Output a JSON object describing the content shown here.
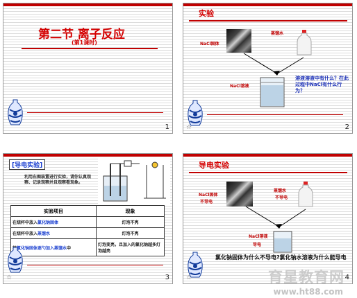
{
  "slides": [
    {
      "number": "1",
      "title": "第二节 离子反应",
      "subtitle": "(第1课时)"
    },
    {
      "number": "2",
      "star": "☆",
      "title": "实验",
      "labels": {
        "solid": "NaCl固体",
        "water": "蒸馏水",
        "solution": "NaCl溶液"
      },
      "question": "溶液溶液中有什么？在此过程中NaCl有什么行为？"
    },
    {
      "number": "3",
      "star": "☆",
      "title": "[导电实验]",
      "instruction": "利用右图装置进行实验，请你认真观察、记录观察并且观察看现象。",
      "table": {
        "headers": [
          "实验项目",
          "现象"
        ],
        "rows": [
          {
            "item_prefix": "在烧杯中放入",
            "item_highlight": "氯化钠固体",
            "result": "灯泡不亮"
          },
          {
            "item_prefix": "在烧杯中放入",
            "item_highlight": "蒸馏水",
            "result": "灯泡不亮"
          },
          {
            "item_prefix": "将",
            "item_highlight": "氯化钠固体逐勺加入蒸馏水",
            "item_suffix": "中",
            "result": "灯泡变亮，且加入的氯化钠越多灯泡越亮"
          }
        ]
      }
    },
    {
      "number": "4",
      "star": "☆",
      "title": "导电实验",
      "labels": {
        "solid": "NaCl固体",
        "solid_note": "不导电",
        "water": "蒸馏水",
        "water_note": "不导电",
        "solution": "NaCl溶液",
        "solution_note": "导电"
      },
      "question": "氯化钠固体为什么不导电?氯化钠水溶液为什么能导电"
    }
  ],
  "watermark": {
    "main": "育星教育网",
    "url": "www.ht88.com"
  }
}
